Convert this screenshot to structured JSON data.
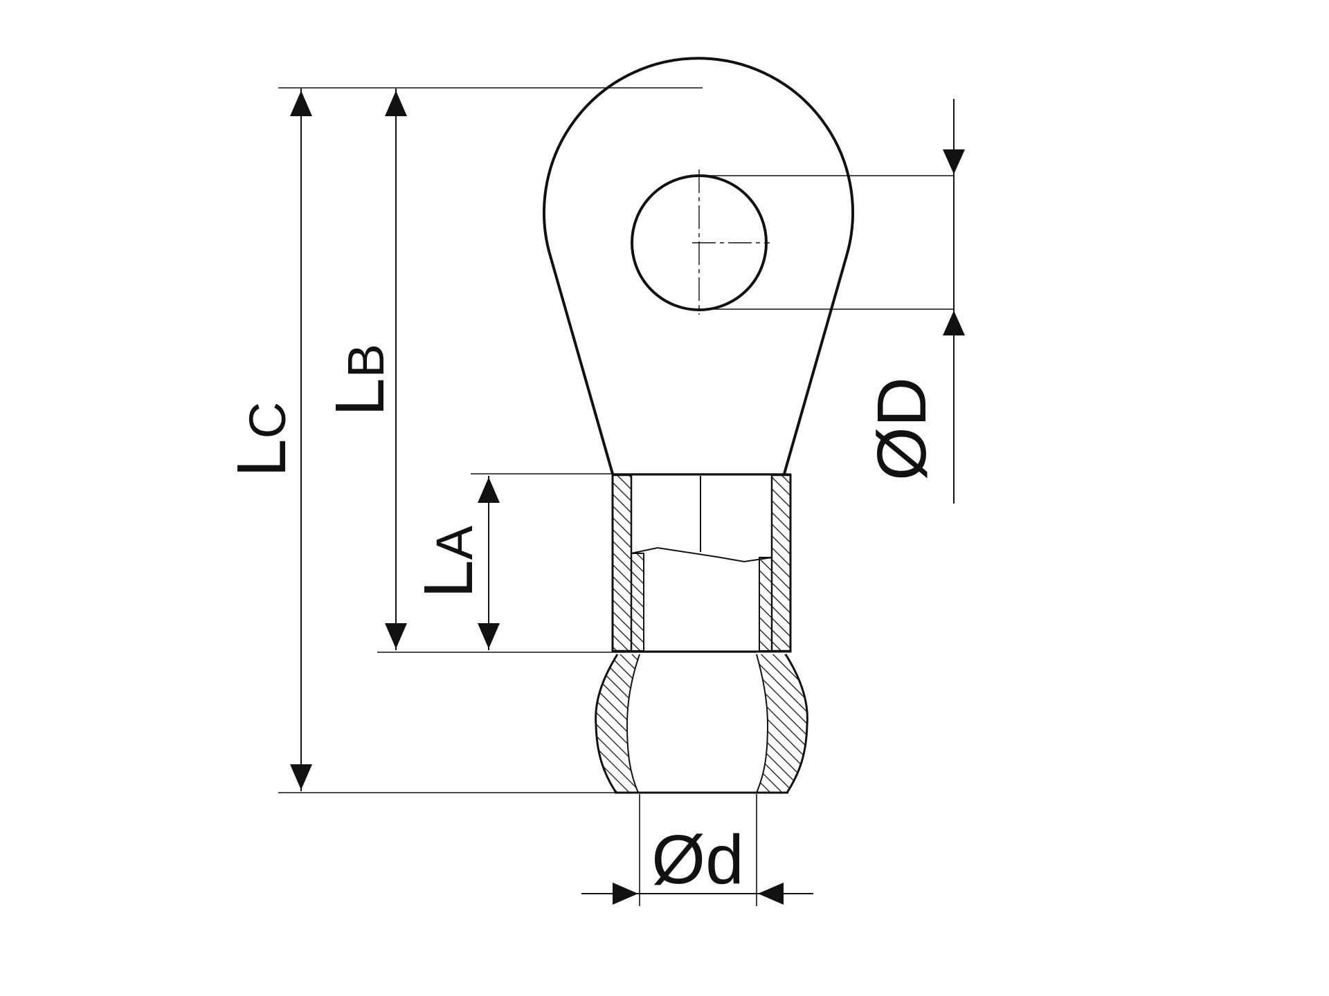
{
  "dimensions": {
    "lc": {
      "main": "L",
      "sub": "C"
    },
    "lb": {
      "main": "L",
      "sub": "B"
    },
    "la": {
      "main": "L",
      "sub": "A"
    },
    "od": {
      "text": "ØD"
    },
    "small_d": {
      "text": "Ød"
    }
  },
  "colors": {
    "line": "#111111",
    "background": "#ffffff"
  }
}
